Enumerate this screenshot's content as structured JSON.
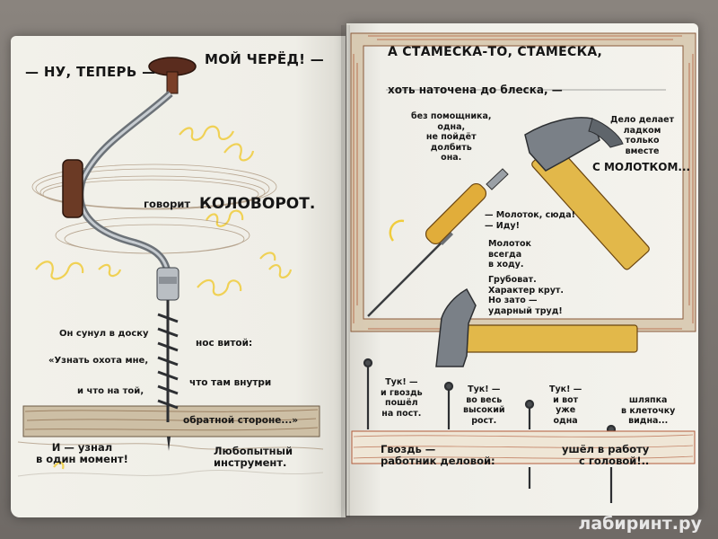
{
  "left_page": {
    "line1a": "— НУ, ТЕПЕРЬ —",
    "line1b": "МОЙ ЧЕРЁД! —",
    "says": "говорит",
    "brace": "КОЛОВОРОТ.",
    "verse1a": "Он сунул в доску",
    "verse1b": "нос витой:",
    "verse2a": "«Узнать охота мне,",
    "verse2b": "что там внутри",
    "verse3a": "и что на той,",
    "verse3b": "обратной стороне...»",
    "verse4": [
      "И — узнал",
      "в один момент!"
    ],
    "verse5": [
      "Любопытный",
      "инструмент."
    ]
  },
  "right_page": {
    "line1": "А СТАМЕСКА-ТО, СТАМЕСКА,",
    "line2": "хоть наточена до блеска, —",
    "chisel_text": [
      "без помощника,",
      "одна,",
      "не пойдёт",
      "долбить",
      "она."
    ],
    "hammer_text": [
      "Дело делает",
      "ладком",
      "только",
      "вместе"
    ],
    "with_hammer": "С МОЛОТКОМ...",
    "call": [
      "— Молоток, сюда!",
      "— Иду!"
    ],
    "hammer_desc": [
      "Молоток",
      "всегда",
      "в ходу."
    ],
    "hammer_char": [
      "Грубоват.",
      "Характер крут.",
      "Но зато —",
      "ударный труд!"
    ],
    "nail1": [
      "Тук! —",
      "и гвоздь",
      "пошёл",
      "на пост."
    ],
    "nail2": [
      "Тук! —",
      "во весь",
      "высокий",
      "рост."
    ],
    "nail3": [
      "Тук! —",
      "и вот",
      "уже",
      "одна"
    ],
    "nail4": [
      "шляпка",
      "в клеточку",
      "видна..."
    ],
    "bottom_a": [
      "Гвоздь —",
      "работник деловой:"
    ],
    "bottom_b": [
      "ушёл в работу",
      "с головой!.."
    ]
  },
  "watermark": "лабиринт.ру",
  "colors": {
    "paper": "#f3f2ec",
    "wood_yellow": "#e2b84a",
    "wood_dark": "#b58b3a",
    "metal": "#9aa0a6",
    "shavings": "#f0cc3c",
    "scribble": "#8a6a4a",
    "ink": "#161616"
  }
}
